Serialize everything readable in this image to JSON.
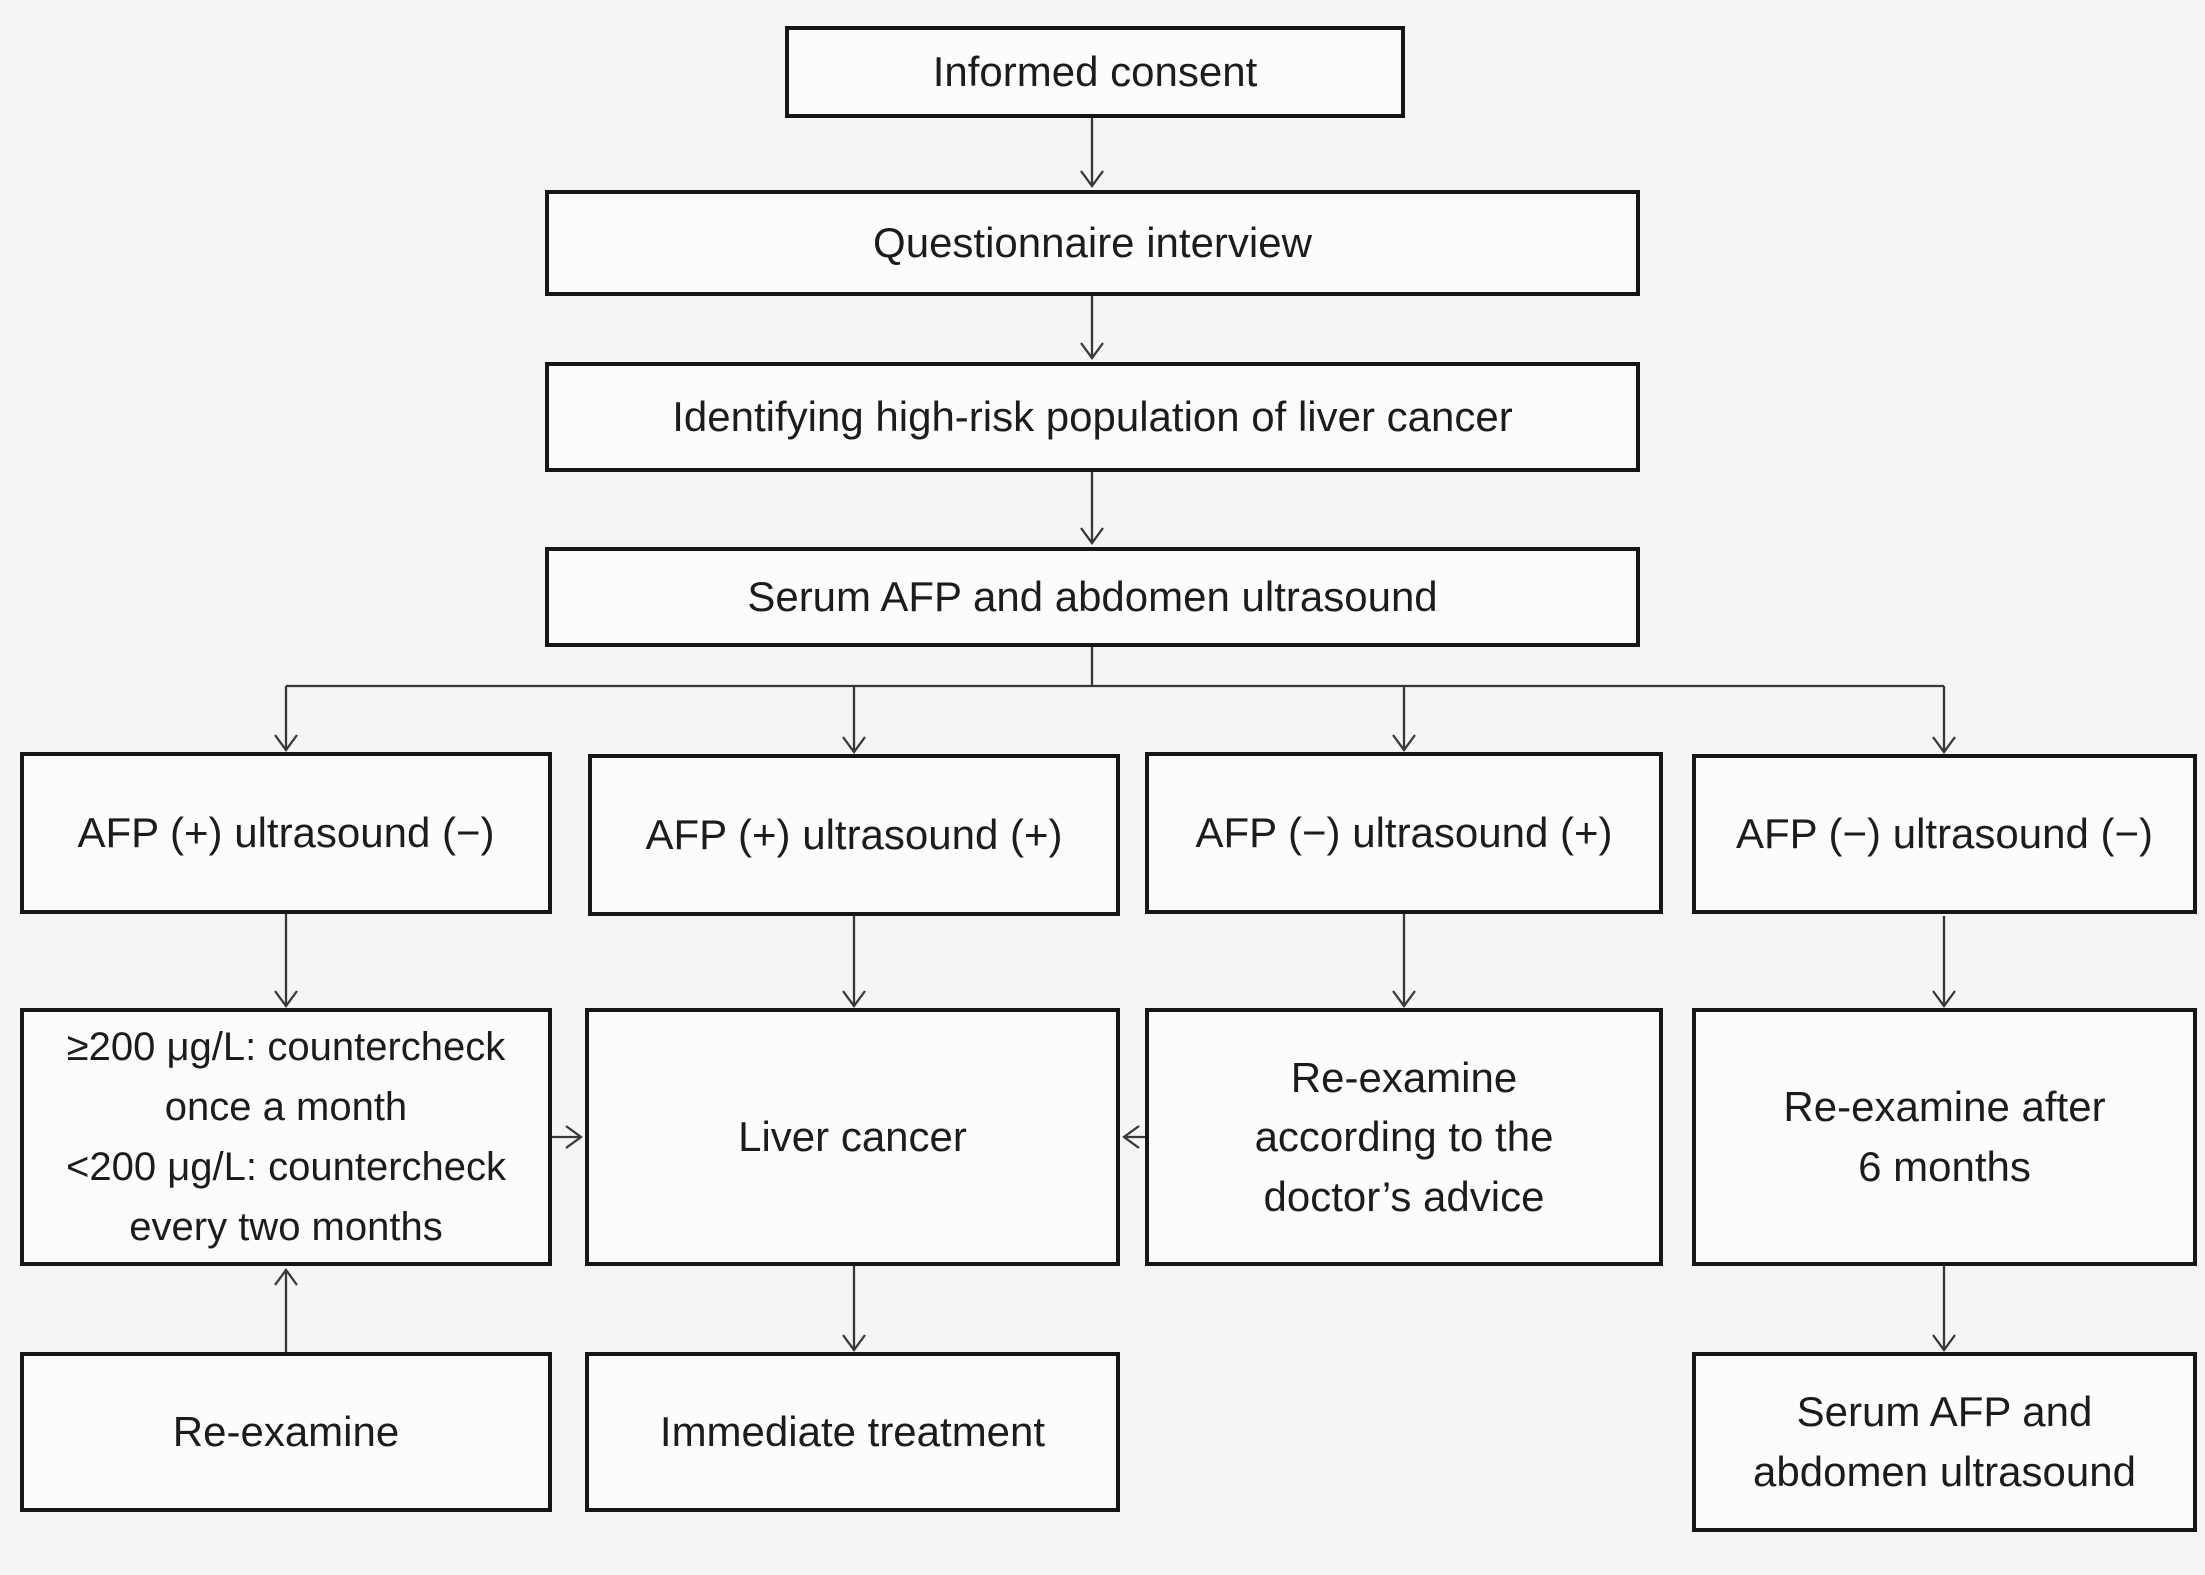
{
  "diagram": {
    "type": "flowchart",
    "colors": {
      "background": "#f5f5f5",
      "box_fill": "#fcfcfc",
      "box_border": "#161616",
      "connector": "#383838",
      "text": "#1c1c1c"
    },
    "nodes": {
      "informed_consent": {
        "label": "Informed consent"
      },
      "questionnaire": {
        "label": "Questionnaire interview"
      },
      "identify_high_risk": {
        "label": "Identifying high-risk population of liver cancer"
      },
      "serum_afp_ultrasound": {
        "label": "Serum AFP and abdomen ultrasound"
      },
      "afp_pos_us_neg": {
        "label": "AFP (+) ultrasound (−)"
      },
      "afp_pos_us_pos": {
        "label": "AFP (+) ultrasound (+)"
      },
      "afp_neg_us_pos": {
        "label": "AFP (−) ultrasound (+)"
      },
      "afp_neg_us_neg": {
        "label": "AFP (−) ultrasound (−)"
      },
      "countercheck": {
        "label": "≥200 μg/L: countercheck\nonce a month\n<200 μg/L: countercheck\nevery two months"
      },
      "liver_cancer": {
        "label": "Liver cancer"
      },
      "reexamine_doctor": {
        "label": "Re-examine\naccording to the\ndoctor’s advice"
      },
      "reexamine_6mo": {
        "label": "Re-examine after\n6 months"
      },
      "reexamine": {
        "label": "Re-examine"
      },
      "immediate_treatment": {
        "label": "Immediate treatment"
      },
      "serum_afp_ultrasound_2": {
        "label": "Serum AFP and\nabdomen ultrasound"
      }
    },
    "edges": [
      {
        "from": "informed_consent",
        "to": "questionnaire"
      },
      {
        "from": "questionnaire",
        "to": "identify_high_risk"
      },
      {
        "from": "identify_high_risk",
        "to": "serum_afp_ultrasound"
      },
      {
        "from": "serum_afp_ultrasound",
        "to": "afp_pos_us_neg"
      },
      {
        "from": "serum_afp_ultrasound",
        "to": "afp_pos_us_pos"
      },
      {
        "from": "serum_afp_ultrasound",
        "to": "afp_neg_us_pos"
      },
      {
        "from": "serum_afp_ultrasound",
        "to": "afp_neg_us_neg"
      },
      {
        "from": "afp_pos_us_neg",
        "to": "countercheck"
      },
      {
        "from": "afp_pos_us_pos",
        "to": "liver_cancer"
      },
      {
        "from": "afp_neg_us_pos",
        "to": "reexamine_doctor"
      },
      {
        "from": "afp_neg_us_neg",
        "to": "reexamine_6mo"
      },
      {
        "from": "countercheck",
        "to": "liver_cancer"
      },
      {
        "from": "reexamine_doctor",
        "to": "liver_cancer"
      },
      {
        "from": "liver_cancer",
        "to": "immediate_treatment"
      },
      {
        "from": "reexamine",
        "to": "countercheck"
      },
      {
        "from": "reexamine_6mo",
        "to": "serum_afp_ultrasound_2"
      }
    ]
  }
}
